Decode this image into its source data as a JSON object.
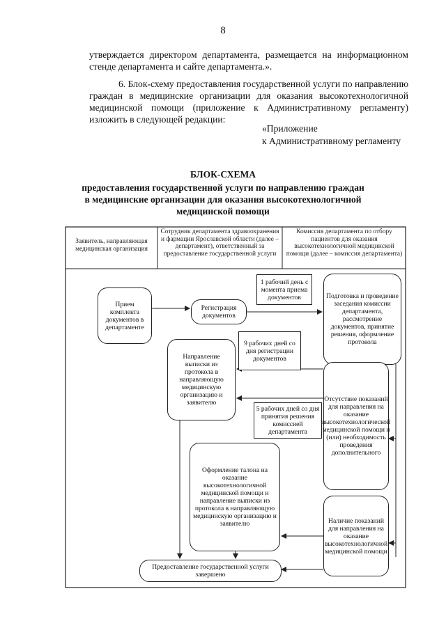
{
  "page_number": "8",
  "paragraph1": "утверждается директором департамента, размещается на информационном стенде департамента и сайте департамента.».",
  "paragraph2": "6. Блок-схему предоставления государственной услуги по направлению граждан в медицинские организации для оказания высокотехнологичной медицинской помощи (приложение к Административному регламенту) изложить в следующей редакции:",
  "appendix_line1": "«Приложение",
  "appendix_line2": "к Административному регламенту",
  "title_line1": "БЛОК-СХЕМА",
  "title_line2": "предоставления государственной услуги по направлению граждан",
  "title_line3": "в медицинские организации для оказания высокотехнологичной",
  "title_line4": "медицинской помощи",
  "columns": {
    "col1": "Заявитель, направляющая медицинская организация",
    "col2": "Сотрудник департамента здравоохранения и фармации Ярославской области (далее – департамент), ответственный за предоставление государственной услуги",
    "col3": "Комиссия департамента по отбору пациентов для оказания высокотехнологичной медицинской помощи (далее – комиссия департамента)"
  },
  "boxes": {
    "receive": "Прием комплекта документов в департаменте",
    "register": "Регистрация документов",
    "commission": "Подготовка и проведение заседания комиссии департамента, рассмотрение документов, принятие решения, оформление протокола",
    "send_extract": "Направление выписки из протокола в направляющую медицинскую организацию и заявителю",
    "no_indications": "Отсутствие показаний для направления на оказание высокотехнологической медицинской помощи и (или) необходимость проведения дополнительного",
    "coupon": "Оформление талона на оказание высокотехнологичной медицинской помощи и направление выписки из протокола в направляющую медицинскую организацию и заявителю",
    "indications": "Наличие показаний для направления на оказание высокотехнологичной медицинской помощи",
    "complete": "Предоставление государственной услуги завершено"
  },
  "notes": {
    "one_day": "1 рабочий день с момента приема документов",
    "nine_days": "9 рабочих дней со дня регистрации документов",
    "five_days": "5 рабочих дней со дня принятия решения комиссией департамента"
  }
}
